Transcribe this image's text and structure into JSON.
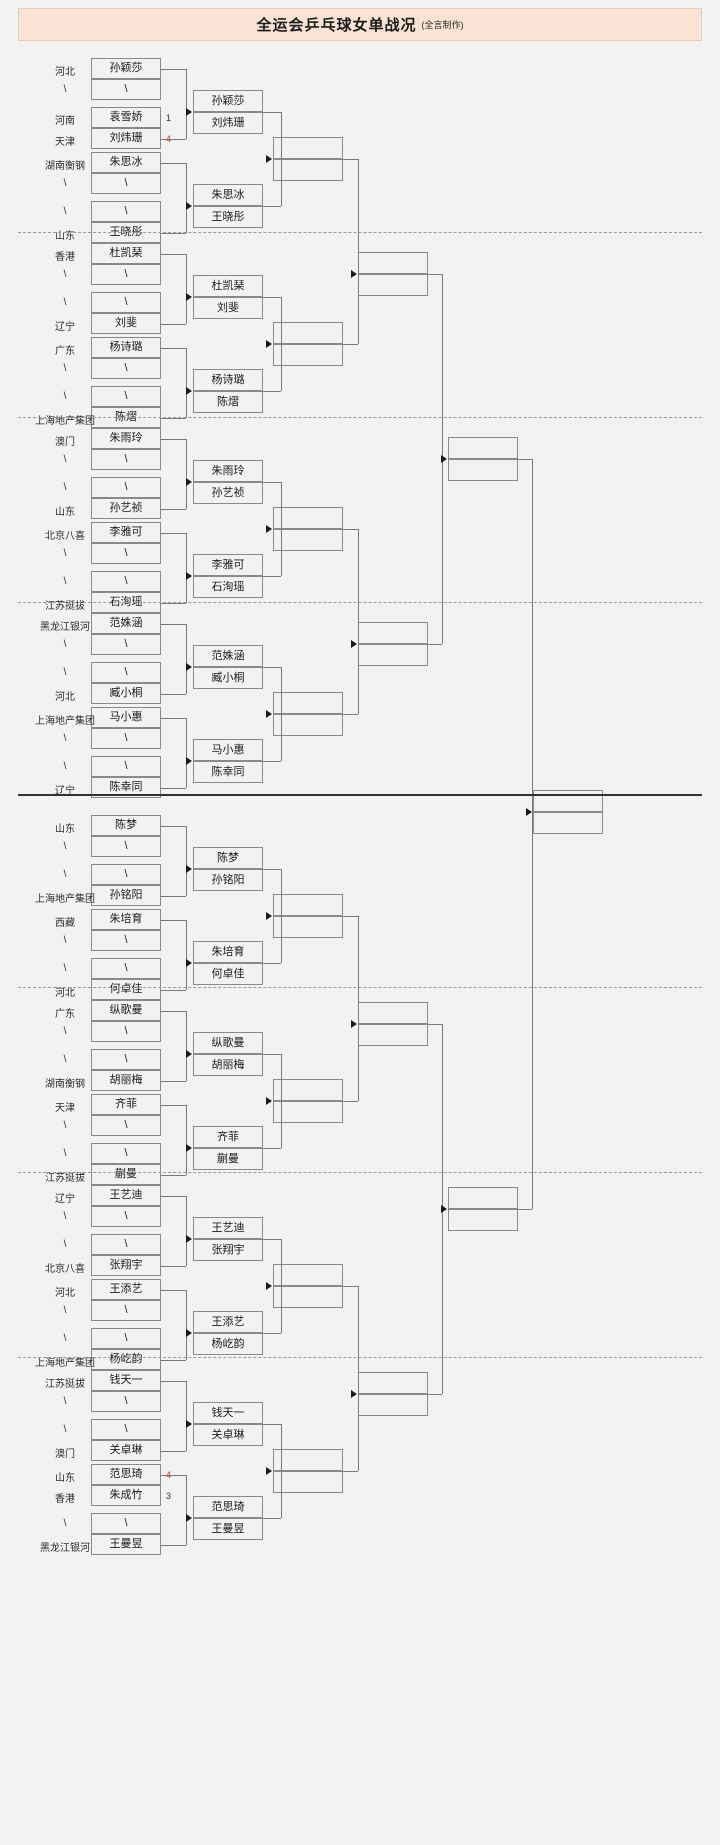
{
  "header": {
    "title": "全运会乒乓球女单战况",
    "subtitle": "(全言制作)",
    "accent_bg": "#fae3d4"
  },
  "labels": {
    "bye": "\\",
    "empty": ""
  },
  "chart_data": {
    "type": "table",
    "title": "全运会乒乓球女单战况",
    "structure": "single-elimination bracket, 32 entrants, 5 rounds plus final"
  },
  "bracket": {
    "groups": [
      {
        "id": "g1",
        "entries": [
          {
            "region": "河北",
            "name": "孙颖莎",
            "seed": ""
          },
          {
            "region": "\\",
            "name": "\\",
            "seed": ""
          },
          {
            "region": "河南",
            "name": "袁雪娇",
            "seed": "1",
            "seed_color": "blk"
          },
          {
            "region": "天津",
            "name": "刘炜珊",
            "seed": "4",
            "seed_color": "red"
          },
          {
            "region": "湖南衡钢",
            "name": "朱思冰",
            "seed": ""
          },
          {
            "region": "\\",
            "name": "\\",
            "seed": ""
          },
          {
            "region": "\\",
            "name": "\\",
            "seed": ""
          },
          {
            "region": "山东",
            "name": "王晓彤",
            "seed": ""
          }
        ],
        "r2": [
          {
            "top": "孙颖莎",
            "bottom": "刘炜珊"
          },
          {
            "top": "朱思冰",
            "bottom": "王晓彤"
          }
        ],
        "r3": [
          {
            "top": "",
            "bottom": ""
          }
        ]
      },
      {
        "id": "g2",
        "entries": [
          {
            "region": "香港",
            "name": "杜凯琹",
            "seed": ""
          },
          {
            "region": "\\",
            "name": "\\",
            "seed": ""
          },
          {
            "region": "\\",
            "name": "\\",
            "seed": ""
          },
          {
            "region": "辽宁",
            "name": "刘斐",
            "seed": ""
          },
          {
            "region": "广东",
            "name": "杨诗璐",
            "seed": ""
          },
          {
            "region": "\\",
            "name": "\\",
            "seed": ""
          },
          {
            "region": "\\",
            "name": "\\",
            "seed": ""
          },
          {
            "region": "上海地产集团",
            "name": "陈熠",
            "seed": ""
          }
        ],
        "r2": [
          {
            "top": "杜凯琹",
            "bottom": "刘斐"
          },
          {
            "top": "杨诗璐",
            "bottom": "陈熠"
          }
        ],
        "r3": [
          {
            "top": "",
            "bottom": ""
          }
        ]
      },
      {
        "id": "g3",
        "entries": [
          {
            "region": "澳门",
            "name": "朱雨玲",
            "seed": ""
          },
          {
            "region": "\\",
            "name": "\\",
            "seed": ""
          },
          {
            "region": "\\",
            "name": "\\",
            "seed": ""
          },
          {
            "region": "山东",
            "name": "孙艺祯",
            "seed": ""
          },
          {
            "region": "北京八喜",
            "name": "李雅可",
            "seed": ""
          },
          {
            "region": "\\",
            "name": "\\",
            "seed": ""
          },
          {
            "region": "\\",
            "name": "\\",
            "seed": ""
          },
          {
            "region": "江苏挺拔",
            "name": "石洵瑶",
            "seed": ""
          }
        ],
        "r2": [
          {
            "top": "朱雨玲",
            "bottom": "孙艺祯"
          },
          {
            "top": "李雅可",
            "bottom": "石洵瑶"
          }
        ],
        "r3": [
          {
            "top": "",
            "bottom": ""
          }
        ]
      },
      {
        "id": "g4",
        "entries": [
          {
            "region": "黑龙江银河",
            "name": "范姝涵",
            "seed": ""
          },
          {
            "region": "\\",
            "name": "\\",
            "seed": ""
          },
          {
            "region": "\\",
            "name": "\\",
            "seed": ""
          },
          {
            "region": "河北",
            "name": "臧小桐",
            "seed": ""
          },
          {
            "region": "上海地产集团",
            "name": "马小惠",
            "seed": ""
          },
          {
            "region": "\\",
            "name": "\\",
            "seed": ""
          },
          {
            "region": "\\",
            "name": "\\",
            "seed": ""
          },
          {
            "region": "辽宁",
            "name": "陈幸同",
            "seed": ""
          }
        ],
        "r2": [
          {
            "top": "范姝涵",
            "bottom": "臧小桐"
          },
          {
            "top": "马小惠",
            "bottom": "陈幸同"
          }
        ],
        "r3": [
          {
            "top": "",
            "bottom": ""
          }
        ]
      },
      {
        "id": "g5",
        "entries": [
          {
            "region": "山东",
            "name": "陈梦",
            "seed": ""
          },
          {
            "region": "\\",
            "name": "\\",
            "seed": ""
          },
          {
            "region": "\\",
            "name": "\\",
            "seed": ""
          },
          {
            "region": "上海地产集团",
            "name": "孙铭阳",
            "seed": ""
          },
          {
            "region": "西藏",
            "name": "朱培育",
            "seed": ""
          },
          {
            "region": "\\",
            "name": "\\",
            "seed": ""
          },
          {
            "region": "\\",
            "name": "\\",
            "seed": ""
          },
          {
            "region": "河北",
            "name": "何卓佳",
            "seed": ""
          }
        ],
        "r2": [
          {
            "top": "陈梦",
            "bottom": "孙铭阳"
          },
          {
            "top": "朱培育",
            "bottom": "何卓佳"
          }
        ],
        "r3": [
          {
            "top": "",
            "bottom": ""
          }
        ]
      },
      {
        "id": "g6",
        "entries": [
          {
            "region": "广东",
            "name": "纵歌曼",
            "seed": ""
          },
          {
            "region": "\\",
            "name": "\\",
            "seed": ""
          },
          {
            "region": "\\",
            "name": "\\",
            "seed": ""
          },
          {
            "region": "湖南衡钢",
            "name": "胡丽梅",
            "seed": ""
          },
          {
            "region": "天津",
            "name": "齐菲",
            "seed": ""
          },
          {
            "region": "\\",
            "name": "\\",
            "seed": ""
          },
          {
            "region": "\\",
            "name": "\\",
            "seed": ""
          },
          {
            "region": "江苏挺拔",
            "name": "蒯曼",
            "seed": ""
          }
        ],
        "r2": [
          {
            "top": "纵歌曼",
            "bottom": "胡丽梅"
          },
          {
            "top": "齐菲",
            "bottom": "蒯曼"
          }
        ],
        "r3": [
          {
            "top": "",
            "bottom": ""
          }
        ]
      },
      {
        "id": "g7",
        "entries": [
          {
            "region": "辽宁",
            "name": "王艺迪",
            "seed": ""
          },
          {
            "region": "\\",
            "name": "\\",
            "seed": ""
          },
          {
            "region": "\\",
            "name": "\\",
            "seed": ""
          },
          {
            "region": "北京八喜",
            "name": "张翔宇",
            "seed": ""
          },
          {
            "region": "河北",
            "name": "王添艺",
            "seed": ""
          },
          {
            "region": "\\",
            "name": "\\",
            "seed": ""
          },
          {
            "region": "\\",
            "name": "\\",
            "seed": ""
          },
          {
            "region": "上海地产集团",
            "name": "杨屹韵",
            "seed": ""
          }
        ],
        "r2": [
          {
            "top": "王艺迪",
            "bottom": "张翔宇"
          },
          {
            "top": "王添艺",
            "bottom": "杨屹韵"
          }
        ],
        "r3": [
          {
            "top": "",
            "bottom": ""
          }
        ]
      },
      {
        "id": "g8",
        "entries": [
          {
            "region": "江苏挺拔",
            "name": "钱天一",
            "seed": ""
          },
          {
            "region": "\\",
            "name": "\\",
            "seed": ""
          },
          {
            "region": "\\",
            "name": "\\",
            "seed": ""
          },
          {
            "region": "澳门",
            "name": "关卓琳",
            "seed": ""
          },
          {
            "region": "山东",
            "name": "范思琦",
            "seed": "4",
            "seed_color": "red"
          },
          {
            "region": "香港",
            "name": "朱成竹",
            "seed": "3",
            "seed_color": "blk"
          },
          {
            "region": "\\",
            "name": "\\",
            "seed": ""
          },
          {
            "region": "黑龙江银河",
            "name": "王曼昱",
            "seed": ""
          }
        ],
        "r2": [
          {
            "top": "钱天一",
            "bottom": "关卓琳"
          },
          {
            "top": "范思琦",
            "bottom": "王曼昱"
          }
        ],
        "r3": [
          {
            "top": "",
            "bottom": ""
          }
        ]
      }
    ],
    "r4": [
      {
        "top": "",
        "bottom": ""
      },
      {
        "top": "",
        "bottom": ""
      },
      {
        "top": "",
        "bottom": ""
      },
      {
        "top": "",
        "bottom": ""
      }
    ],
    "r5": [
      {
        "top": "",
        "bottom": ""
      },
      {
        "top": "",
        "bottom": ""
      }
    ],
    "final": [
      {
        "top": "",
        "bottom": ""
      }
    ]
  }
}
